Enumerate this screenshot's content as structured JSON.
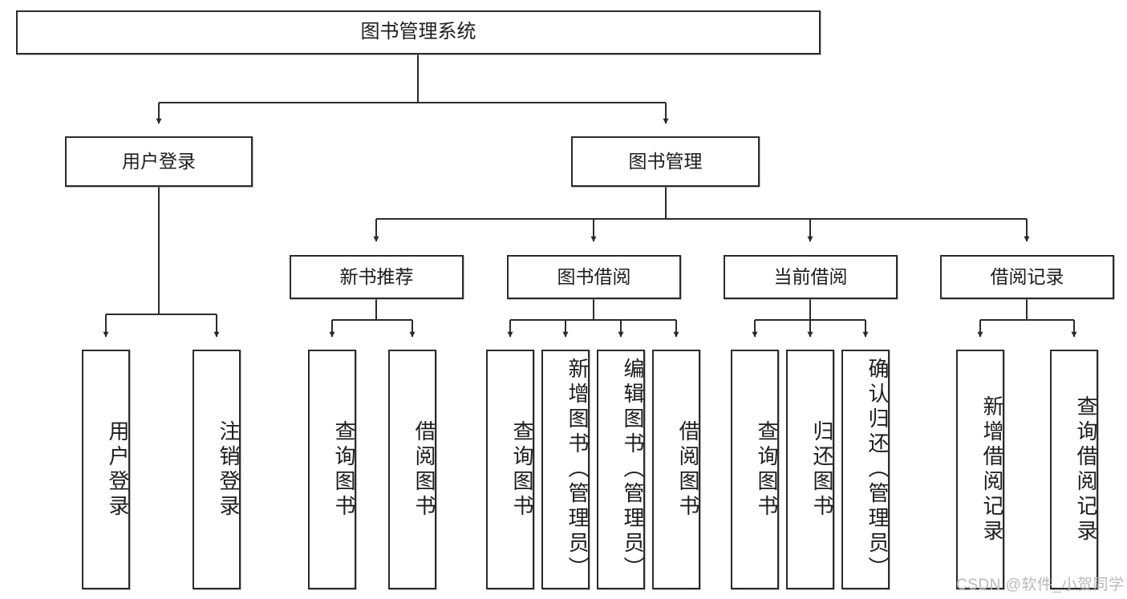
{
  "diagram": {
    "title": "图书管理系统",
    "type": "hierarchy-tree",
    "orientation": "top-down",
    "line_color": "#2b2b2b",
    "box_fill": "#ffffff",
    "text_color": "#1c1c1c",
    "levels": [
      {
        "level": 1,
        "nodes": [
          {
            "id": "root",
            "label": "图书管理系统",
            "text_direction": "horizontal"
          }
        ]
      },
      {
        "level": 2,
        "nodes": [
          {
            "id": "l2-0",
            "label": "用户登录",
            "text_direction": "horizontal",
            "parent": "root"
          },
          {
            "id": "l2-1",
            "label": "图书管理",
            "text_direction": "horizontal",
            "parent": "root"
          }
        ]
      },
      {
        "level": 3,
        "nodes": [
          {
            "id": "l3-0",
            "label": "新书推荐",
            "text_direction": "horizontal",
            "parent": "l2-1"
          },
          {
            "id": "l3-1",
            "label": "图书借阅",
            "text_direction": "horizontal",
            "parent": "l2-1"
          },
          {
            "id": "l3-2",
            "label": "当前借阅",
            "text_direction": "horizontal",
            "parent": "l2-1"
          },
          {
            "id": "l3-3",
            "label": "借阅记录",
            "text_direction": "horizontal",
            "parent": "l2-1"
          }
        ]
      },
      {
        "level": 4,
        "nodes": [
          {
            "id": "l4-0",
            "label": "用户登录",
            "text_direction": "vertical",
            "parent": "l2-0"
          },
          {
            "id": "l4-1",
            "label": "注销登录",
            "text_direction": "vertical",
            "parent": "l2-0"
          },
          {
            "id": "l4-2",
            "label": "查询图书",
            "text_direction": "vertical",
            "parent": "l3-0"
          },
          {
            "id": "l4-3",
            "label": "借阅图书",
            "text_direction": "vertical",
            "parent": "l3-0"
          },
          {
            "id": "l4-4",
            "label": "查询图书",
            "text_direction": "vertical",
            "parent": "l3-1"
          },
          {
            "id": "l4-5",
            "label": "新增图书（管理员）",
            "text_direction": "vertical",
            "parent": "l3-1"
          },
          {
            "id": "l4-6",
            "label": "编辑图书（管理员）",
            "text_direction": "vertical",
            "parent": "l3-1"
          },
          {
            "id": "l4-7",
            "label": "借阅图书",
            "text_direction": "vertical",
            "parent": "l3-1"
          },
          {
            "id": "l4-8",
            "label": "查询图书",
            "text_direction": "vertical",
            "parent": "l3-2"
          },
          {
            "id": "l4-9",
            "label": "归还图书",
            "text_direction": "vertical",
            "parent": "l3-2"
          },
          {
            "id": "l4-10",
            "label": "确认归还（管理员）",
            "text_direction": "vertical",
            "parent": "l3-2"
          },
          {
            "id": "l4-11",
            "label": "新增借阅记录",
            "text_direction": "vertical",
            "parent": "l3-3"
          },
          {
            "id": "l4-12",
            "label": "查询借阅记录",
            "text_direction": "vertical",
            "parent": "l3-3"
          }
        ]
      }
    ]
  },
  "watermark": {
    "text": "CSDN @软件_小贺同学"
  }
}
